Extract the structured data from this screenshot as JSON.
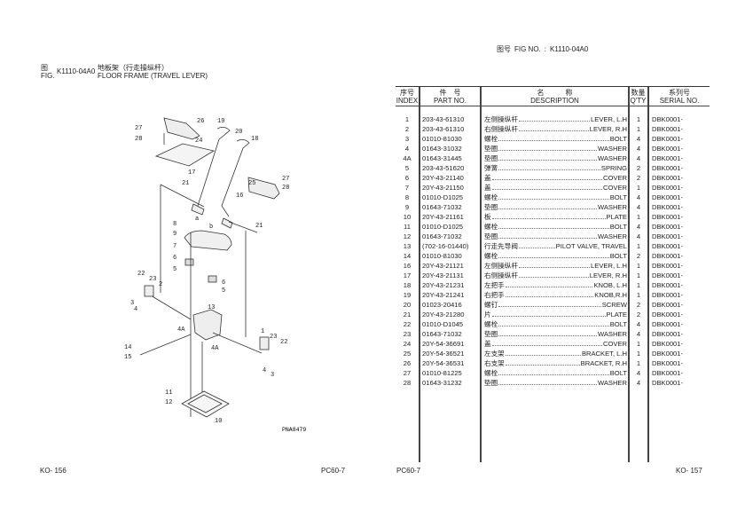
{
  "right_header": {
    "label_cn": "图号",
    "label_en": "FIG NO.",
    "sep": ":",
    "fig_no": "K1110-04A0"
  },
  "left_header": {
    "label_cn": "图",
    "label_en": "FIG.",
    "fig_no": "K1110-04A0",
    "title_cn": "地板架（行走操纵杆）",
    "title_en": "FLOOR FRAME (TRAVEL LEVER)"
  },
  "diagram": {
    "code": "PNA8479",
    "callouts": [
      "26",
      "19",
      "27",
      "28",
      "20",
      "18",
      "24",
      "17",
      "27",
      "28",
      "25",
      "16",
      "21",
      "21",
      "a",
      "b",
      "8",
      "9",
      "7",
      "6",
      "5",
      "6",
      "5",
      "22",
      "23",
      "2",
      "3",
      "4",
      "13",
      "4A",
      "4A",
      "1",
      "23",
      "22",
      "14",
      "15",
      "4",
      "3",
      "11",
      "12",
      "10"
    ]
  },
  "table": {
    "headers": {
      "index_cn": "序号",
      "index_en": "INDEX",
      "part_cn": "件　号",
      "part_en": "PART NO.",
      "desc_cn": "名　　　称",
      "desc_en": "DESCRIPTION",
      "qty_cn": "数量",
      "qty_en": "Q'TY",
      "serial_cn": "系列号",
      "serial_en": "SERIAL NO."
    },
    "rows": [
      {
        "index": "1",
        "part": "203-43-61310",
        "cn": "左侧操纵杆",
        "en": "LEVER, L.H",
        "qty": "1",
        "serial": "DBK0001-"
      },
      {
        "index": "2",
        "part": "203-43-61310",
        "cn": "右侧操纵杆",
        "en": "LEVER, R.H",
        "qty": "1",
        "serial": "DBK0001-"
      },
      {
        "index": "3",
        "part": "01010-81030",
        "cn": "螺栓",
        "en": "BOLT",
        "qty": "4",
        "serial": "DBK0001-"
      },
      {
        "index": "4",
        "part": "01643-31032",
        "cn": "垫圈",
        "en": "WASHER",
        "qty": "4",
        "serial": "DBK0001-"
      },
      {
        "index": "4A",
        "part": "01643-31445",
        "cn": "垫圈",
        "en": "WASHER",
        "qty": "4",
        "serial": "DBK0001-"
      },
      {
        "index": "5",
        "part": "203-43-51620",
        "cn": "弹簧",
        "en": "SPRING",
        "qty": "2",
        "serial": "DBK0001-"
      },
      {
        "index": "6",
        "part": "20Y-43-21140",
        "cn": "盖",
        "en": "COVER",
        "qty": "2",
        "serial": "DBK0001-"
      },
      {
        "index": "7",
        "part": "20Y-43-21150",
        "cn": "盖",
        "en": "COVER",
        "qty": "1",
        "serial": "DBK0001-"
      },
      {
        "index": "8",
        "part": "01010-D1025",
        "cn": "螺栓",
        "en": "BOLT",
        "qty": "4",
        "serial": "DBK0001-"
      },
      {
        "index": "9",
        "part": "01643-71032",
        "cn": "垫圈",
        "en": "WASHER",
        "qty": "4",
        "serial": "DBK0001-"
      },
      {
        "index": "10",
        "part": "20Y-43-21161",
        "cn": "板",
        "en": "PLATE",
        "qty": "1",
        "serial": "DBK0001-"
      },
      {
        "index": "11",
        "part": "01010-D1025",
        "cn": "螺栓",
        "en": "BOLT",
        "qty": "4",
        "serial": "DBK0001-"
      },
      {
        "index": "12",
        "part": "01643-71032",
        "cn": "垫圈",
        "en": "WASHER",
        "qty": "4",
        "serial": "DBK0001-"
      },
      {
        "index": "13",
        "part": "(702-16-01440)",
        "cn": "行走先导阀",
        "en": "PILOT VALVE, TRAVEL",
        "qty": "1",
        "serial": "DBK0001-"
      },
      {
        "index": "14",
        "part": "01010-81030",
        "cn": "螺栓",
        "en": "BOLT",
        "qty": "2",
        "serial": "DBK0001-"
      },
      {
        "index": "16",
        "part": "20Y-43-21121",
        "cn": "左侧操纵杆",
        "en": "LEVER, L.H",
        "qty": "1",
        "serial": "DBK0001-"
      },
      {
        "index": "17",
        "part": "20Y-43-21131",
        "cn": "右侧操纵杆",
        "en": "LEVER, R.H",
        "qty": "1",
        "serial": "DBK0001-"
      },
      {
        "index": "18",
        "part": "20Y-43-21231",
        "cn": "左把手",
        "en": "KNOB, L.H",
        "qty": "1",
        "serial": "DBK0001-"
      },
      {
        "index": "19",
        "part": "20Y-43-21241",
        "cn": "右把手",
        "en": "KNOB,R.H",
        "qty": "1",
        "serial": "DBK0001-"
      },
      {
        "index": "20",
        "part": "01023-20416",
        "cn": "螺钉",
        "en": "SCREW",
        "qty": "2",
        "serial": "DBK0001-"
      },
      {
        "index": "21",
        "part": "20Y-43-21280",
        "cn": "片",
        "en": "PLATE",
        "qty": "2",
        "serial": "DBK0001-"
      },
      {
        "index": "22",
        "part": "01010-D1045",
        "cn": "螺栓",
        "en": "BOLT",
        "qty": "4",
        "serial": "DBK0001-"
      },
      {
        "index": "23",
        "part": "01643-71032",
        "cn": "垫圈",
        "en": "WASHER",
        "qty": "4",
        "serial": "DBK0001-"
      },
      {
        "index": "24",
        "part": "20Y-54-36691",
        "cn": "盖",
        "en": "COVER",
        "qty": "1",
        "serial": "DBK0001-"
      },
      {
        "index": "25",
        "part": "20Y-54-36521",
        "cn": "左支架",
        "en": "BRACKET, L.H",
        "qty": "1",
        "serial": "DBK0001-"
      },
      {
        "index": "26",
        "part": "20Y-54-36531",
        "cn": "右支架",
        "en": "BRACKET, R.H",
        "qty": "1",
        "serial": "DBK0001-"
      },
      {
        "index": "27",
        "part": "01010-81225",
        "cn": "螺栓",
        "en": "BOLT",
        "qty": "4",
        "serial": "DBK0001-"
      },
      {
        "index": "28",
        "part": "01643-31232",
        "cn": "垫圈",
        "en": "WASHER",
        "qty": "4",
        "serial": "DBK0001-"
      }
    ]
  },
  "footer": {
    "left_page": "KO- 156",
    "left_model": "PC60-7",
    "right_model": "PC60-7",
    "right_page": "KO- 157"
  }
}
